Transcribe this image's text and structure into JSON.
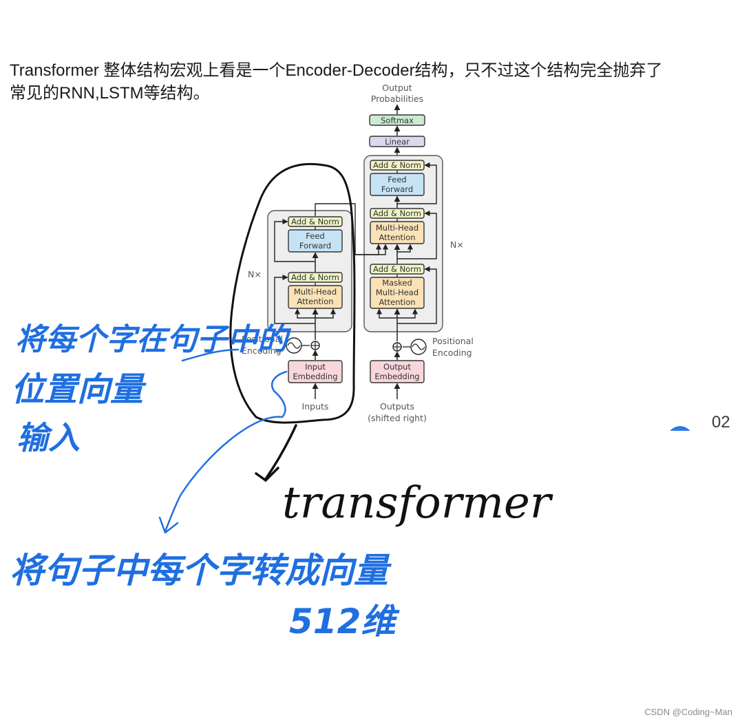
{
  "intro": {
    "line1": "Transformer 整体结构宏观上看是一个Encoder-Decoder结构，只不过这个结构完全抛弃了",
    "line2": "常见的RNN,LSTM等结构。"
  },
  "diagram": {
    "output_probabilities": [
      "Output",
      "Probabilities"
    ],
    "softmax": "Softmax",
    "linear": "Linear",
    "add_norm": "Add & Norm",
    "feed_forward": [
      "Feed",
      "Forward"
    ],
    "multi_head_attention": [
      "Multi-Head",
      "Attention"
    ],
    "masked_attention": [
      "Masked",
      "Multi-Head",
      "Attention"
    ],
    "nx_left": "N×",
    "nx_right": "N×",
    "positional_encoding": [
      "Positional",
      "Encoding"
    ],
    "input_embedding": [
      "Input",
      "Embedding"
    ],
    "output_embedding": [
      "Output",
      "Embedding"
    ],
    "inputs": "Inputs",
    "outputs": [
      "Outputs",
      "(shifted right)"
    ],
    "colors": {
      "add_norm": "#f0f3c4",
      "feed_forward": "#c6e3f6",
      "attention": "#fbe1b6",
      "embedding": "#f7d6dc",
      "linear": "#dcd8f1",
      "softmax": "#cdebd0",
      "stack_bg": "#eeeeee"
    }
  },
  "annotations": {
    "blue_note_1": [
      "将每个字在句子中的",
      "位置向量",
      "输入"
    ],
    "blue_note_2": [
      "将句子中每个字转成向量",
      "512维"
    ],
    "black_note": "transformer",
    "ink_blue": "#1f6fe0",
    "ink_black": "#111111"
  },
  "partial_text": "02",
  "watermark": "CSDN @Coding~Man"
}
